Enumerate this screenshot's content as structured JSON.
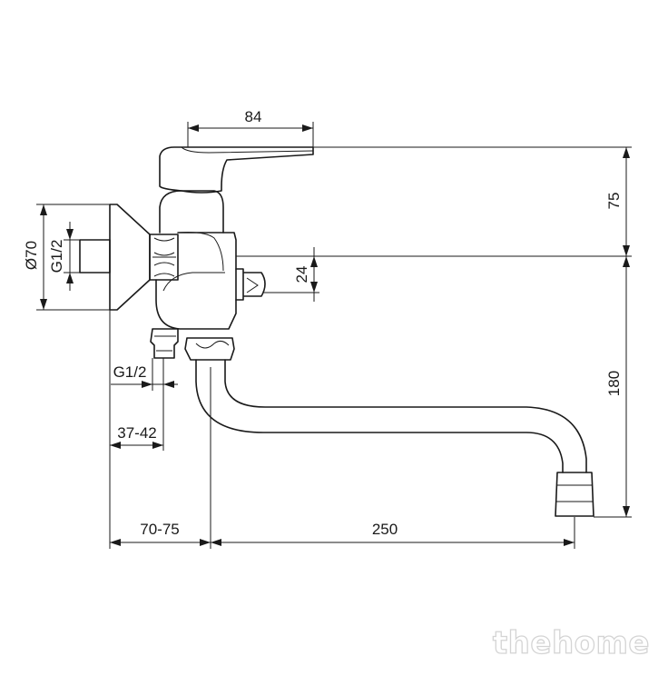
{
  "dimensions": {
    "handle_length": "84",
    "handle_height": "75",
    "outlet_offset": "24",
    "wall_flange_diameter": "Ø70",
    "inlet_thread_left": "G1/2",
    "inlet_thread_bottom": "G1/2",
    "eccentric_spread": "37-42",
    "wall_to_spout": "70-75",
    "spout_reach": "250",
    "spout_height": "180"
  },
  "watermark": "thehome",
  "colors": {
    "line": "#1a1a1a",
    "background": "#ffffff",
    "watermark_outline": "#d4d4d4"
  }
}
